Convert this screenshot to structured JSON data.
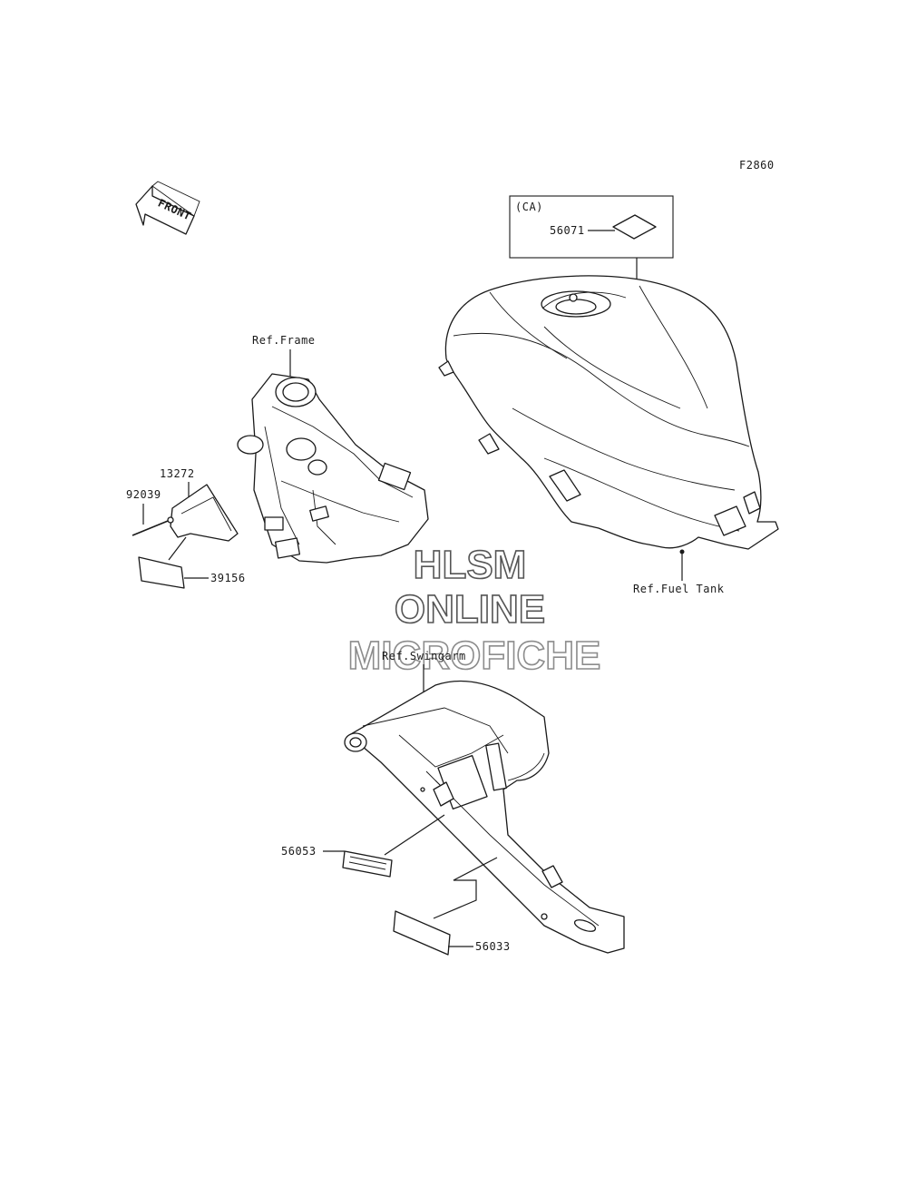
{
  "diagram": {
    "code": "F2860",
    "front_arrow_label": "FRONT",
    "ca_box_label": "(CA)",
    "watermark": {
      "line1": "HLSM",
      "line2": "ONLINE",
      "line3": "MICROFICHE"
    },
    "refs": {
      "frame": "Ref.Frame",
      "fuel_tank": "Ref.Fuel Tank",
      "swingarm": "Ref.Swingarm"
    },
    "parts": {
      "p56071": "56071",
      "p13272": "13272",
      "p92039": "92039",
      "p39156": "39156",
      "p56053": "56053",
      "p56033": "56033"
    }
  }
}
